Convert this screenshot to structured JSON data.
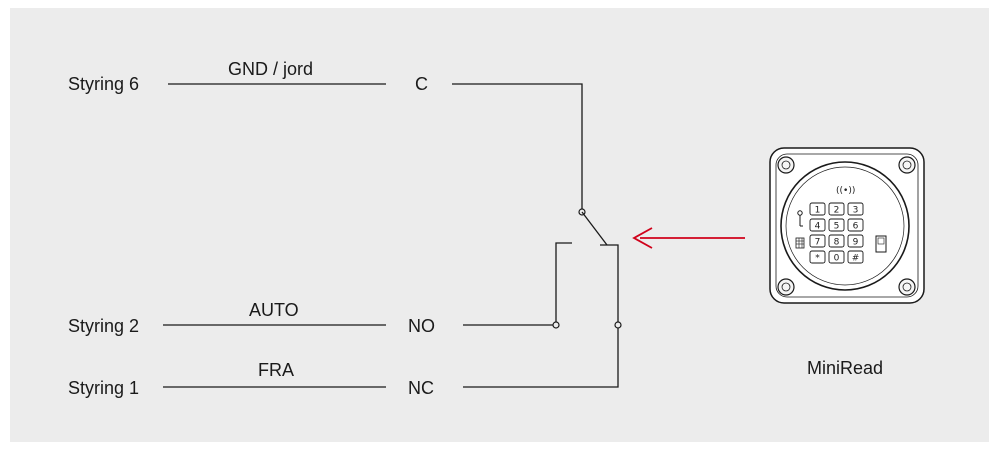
{
  "labels": {
    "row_c": {
      "left": "Styring 6",
      "wire": "GND / jord",
      "terminal": "C"
    },
    "row_no": {
      "left": "Styring 2",
      "wire": "AUTO",
      "terminal": "NO"
    },
    "row_nc": {
      "left": "Styring 1",
      "wire": "FRA",
      "terminal": "NC"
    }
  },
  "device": {
    "name": "MiniRead",
    "keys": [
      "1",
      "2",
      "3",
      "4",
      "5",
      "6",
      "7",
      "8",
      "9",
      "*",
      "0",
      "#"
    ],
    "signal_symbol": "((•))"
  },
  "colors": {
    "panel_bg": "#ececec",
    "line": "#1a1a1a",
    "arrow": "#d0021b"
  }
}
